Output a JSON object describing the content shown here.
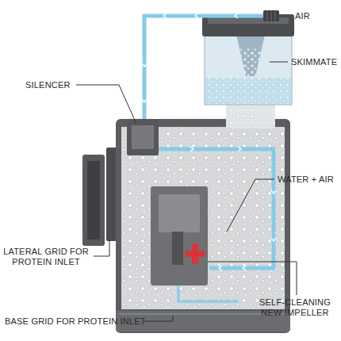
{
  "diagram": {
    "labels": [
      "AIR",
      "SKIMMATE",
      "SILENCER",
      "WATER + AIR",
      "LATERAL GRID FOR PROTEIN INLET",
      "SELF-CLEANING NEW IMPELLER",
      "BASE GRID FOR PROTEIN INLET"
    ]
  }
}
